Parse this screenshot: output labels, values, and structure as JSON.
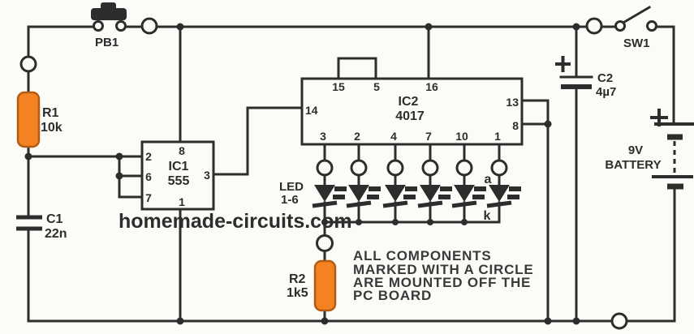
{
  "colors": {
    "background": "#fbfbf8",
    "line": "#2d2d2d",
    "resistor_fill": "#f58220",
    "watermark_red": "#e01818"
  },
  "watermark": "homemade-circuits.com",
  "note": {
    "line1": "ALL COMPONENTS",
    "line2": "MARKED WITH A CIRCLE",
    "line3": "ARE MOUNTED OFF THE",
    "line4": "PC BOARD"
  },
  "components": {
    "pb1": {
      "label": "PB1"
    },
    "sw1": {
      "label": "SW1"
    },
    "r1": {
      "name": "R1",
      "value": "10k"
    },
    "r2": {
      "name": "R2",
      "value": "1k5"
    },
    "c1": {
      "name": "C1",
      "value": "22n"
    },
    "c2": {
      "name": "C2",
      "value": "4µ7"
    },
    "ic1": {
      "name": "IC1",
      "value": "555",
      "pins": {
        "p2": "2",
        "p6": "6",
        "p7": "7",
        "p8": "8",
        "p3": "3",
        "p1": "1"
      }
    },
    "ic2": {
      "name": "IC2",
      "value": "4017",
      "pins": {
        "p15": "15",
        "p5": "5",
        "p16": "16",
        "p14": "14",
        "p13": "13",
        "p8": "8",
        "out": [
          "3",
          "2",
          "4",
          "7",
          "10",
          "1"
        ]
      }
    },
    "leds": {
      "label": "LED",
      "range": "1-6",
      "anode": "a",
      "cathode": "k"
    },
    "battery": {
      "voltage": "9V",
      "label": "BATTERY"
    }
  }
}
